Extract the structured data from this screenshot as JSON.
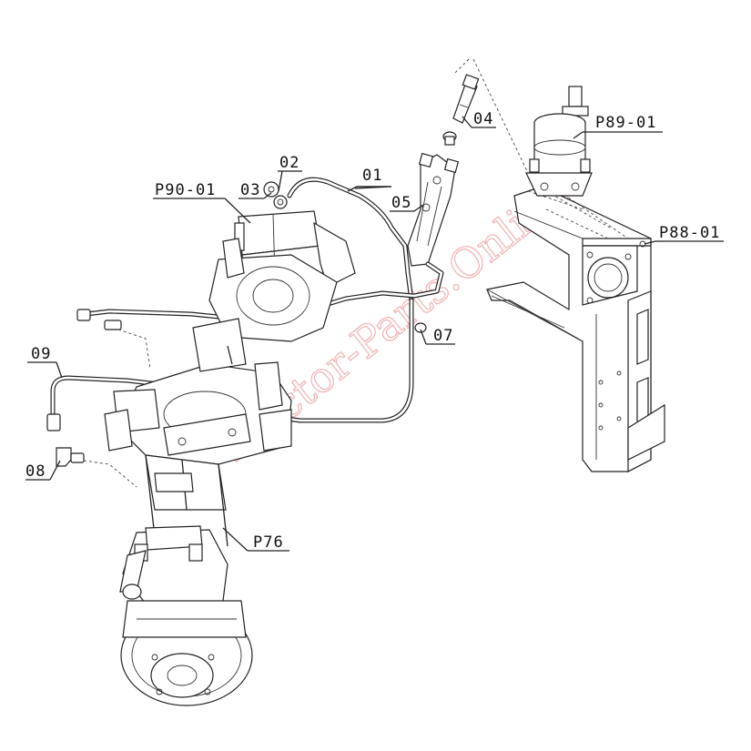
{
  "callouts": {
    "c01": "01",
    "c02": "02",
    "c03": "03",
    "c04": "04",
    "c05": "05",
    "c07": "07",
    "c08": "08",
    "c09": "09",
    "p76": "P76",
    "p88": "P88-01",
    "p89": "P89-01",
    "p90": "P90-01"
  },
  "colors": {
    "line": "#222222",
    "watermark": "#e57373",
    "callout_highlight": "#4caf50"
  }
}
